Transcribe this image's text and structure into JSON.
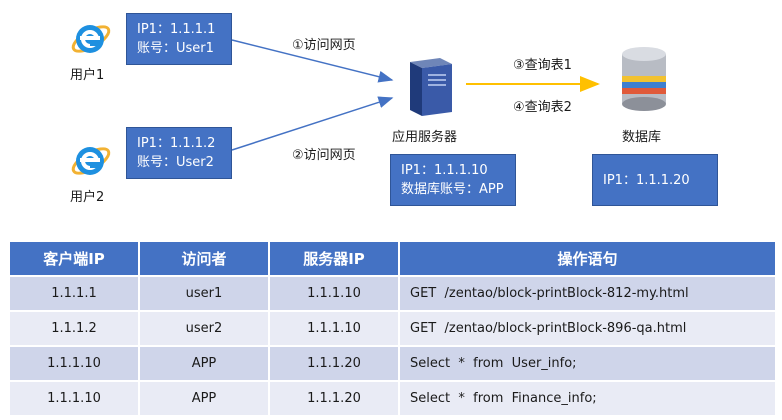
{
  "users": [
    {
      "name": "用户1",
      "info": [
        "IP1：1.1.1.1",
        "账号：User1"
      ]
    },
    {
      "name": "用户2",
      "info": [
        "IP1：1.1.1.2",
        "账号：User2"
      ]
    }
  ],
  "server": {
    "name": "应用服务器",
    "info": [
      "IP1：1.1.1.10",
      "数据库账号：APP"
    ]
  },
  "database": {
    "name": "数据库",
    "info": [
      "IP1：1.1.1.20"
    ]
  },
  "edges": {
    "user1_to_server": "①访问网页",
    "user2_to_server": "②访问网页",
    "server_to_db_1": "③查询表1",
    "server_to_db_2": "④查询表2"
  },
  "colors": {
    "box_fill": "#4472c4",
    "arrow_blue": "#4472c4",
    "arrow_yellow": "#ffc000",
    "row_odd": "#cfd5ea",
    "row_even": "#e9ebf5"
  },
  "icons": {
    "user": "ie-browser-icon",
    "server": "server-tower-icon",
    "database": "database-cylinder-icon"
  },
  "table": {
    "headers": [
      "客户端IP",
      "访问者",
      "服务器IP",
      "操作语句"
    ],
    "rows": [
      [
        "1.1.1.1",
        "user1",
        "1.1.1.10",
        "GET  /zentao/block-printBlock-812-my.html"
      ],
      [
        "1.1.1.2",
        "user2",
        "1.1.1.10",
        "GET  /zentao/block-printBlock-896-qa.html"
      ],
      [
        "1.1.1.10",
        "APP",
        "1.1.1.20",
        "Select  *  from  User_info;"
      ],
      [
        "1.1.1.10",
        "APP",
        "1.1.1.20",
        "Select  *  from  Finance_info;"
      ]
    ]
  }
}
